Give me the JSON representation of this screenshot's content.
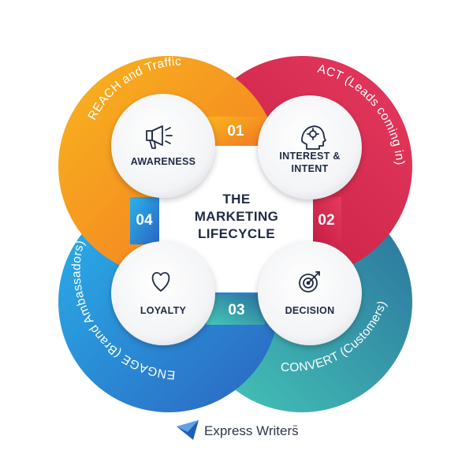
{
  "diagram": {
    "title_lines": [
      "THE",
      "MARKETING",
      "LIFECYCLE"
    ],
    "stages": [
      {
        "number": "01",
        "arc_label": "REACH and Traffic",
        "node_lines": [
          "AWARENESS"
        ],
        "icon": "megaphone-icon",
        "color_start": "#f6a21b",
        "color_end": "#f27a24"
      },
      {
        "number": "02",
        "arc_label": "ACT (Leads coming in)",
        "node_lines": [
          "INTEREST &",
          "INTENT"
        ],
        "icon": "head-gear-icon",
        "color_start": "#e8325a",
        "color_end": "#c61e44"
      },
      {
        "number": "03",
        "arc_label": "CONVERT (Customers)",
        "node_lines": [
          "DECISION"
        ],
        "icon": "target-arrow-icon",
        "color_start": "#2e7fa6",
        "color_end": "#3fc1b6"
      },
      {
        "number": "04",
        "arc_label": "ENGAGE (Brand Ambassadors)",
        "node_lines": [
          "LOYALTY"
        ],
        "icon": "heart-icon",
        "color_start": "#2aa6e6",
        "color_end": "#2c6fc4"
      }
    ]
  },
  "footer": {
    "brand_name": "Express Writers",
    "trademark": "™",
    "brand_color": "#1f5fb8"
  }
}
